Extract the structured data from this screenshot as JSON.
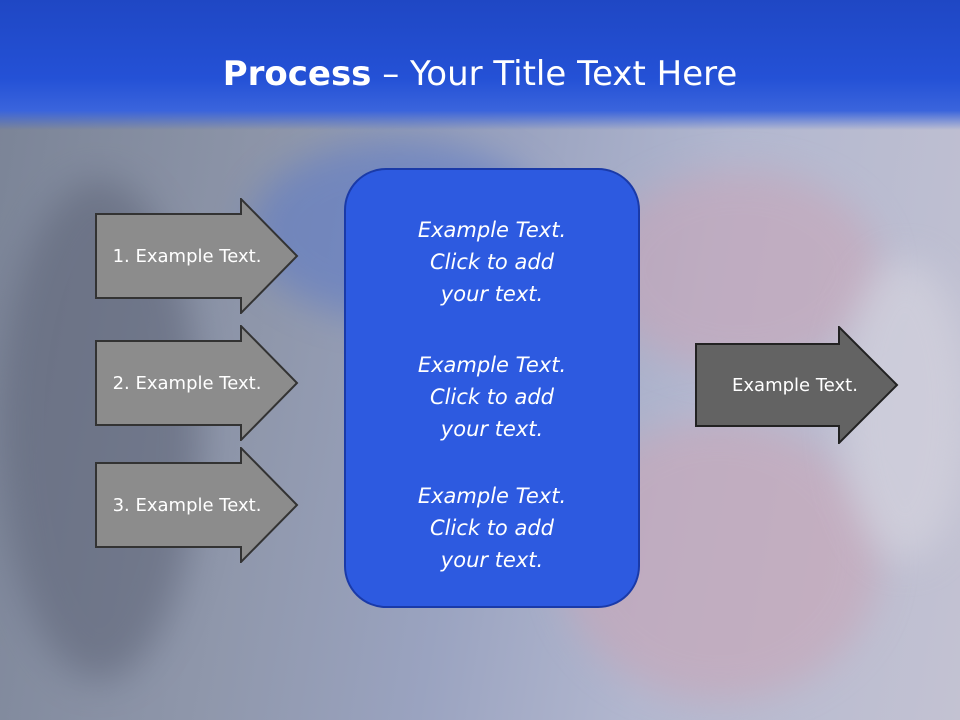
{
  "slide": {
    "title_bold": "Process",
    "title_rest": " – Your Title Text Here"
  },
  "inputs": [
    {
      "label": "1. Example Text."
    },
    {
      "label": "2. Example Text."
    },
    {
      "label": "3. Example Text."
    }
  ],
  "center_box": {
    "blocks": [
      {
        "line1": "Example Text.",
        "line2": "Click  to add",
        "line3": "your text."
      },
      {
        "line1": "Example Text.",
        "line2": "Click  to add",
        "line3": "your text."
      },
      {
        "line1": "Example Text.",
        "line2": "Click  to add",
        "line3": "your text."
      }
    ]
  },
  "output": {
    "label": "Example Text."
  },
  "colors": {
    "header": "#2451d6",
    "center_box": "#2d5ae0",
    "input_arrow": "#8c8c8c",
    "output_arrow": "#636363"
  }
}
